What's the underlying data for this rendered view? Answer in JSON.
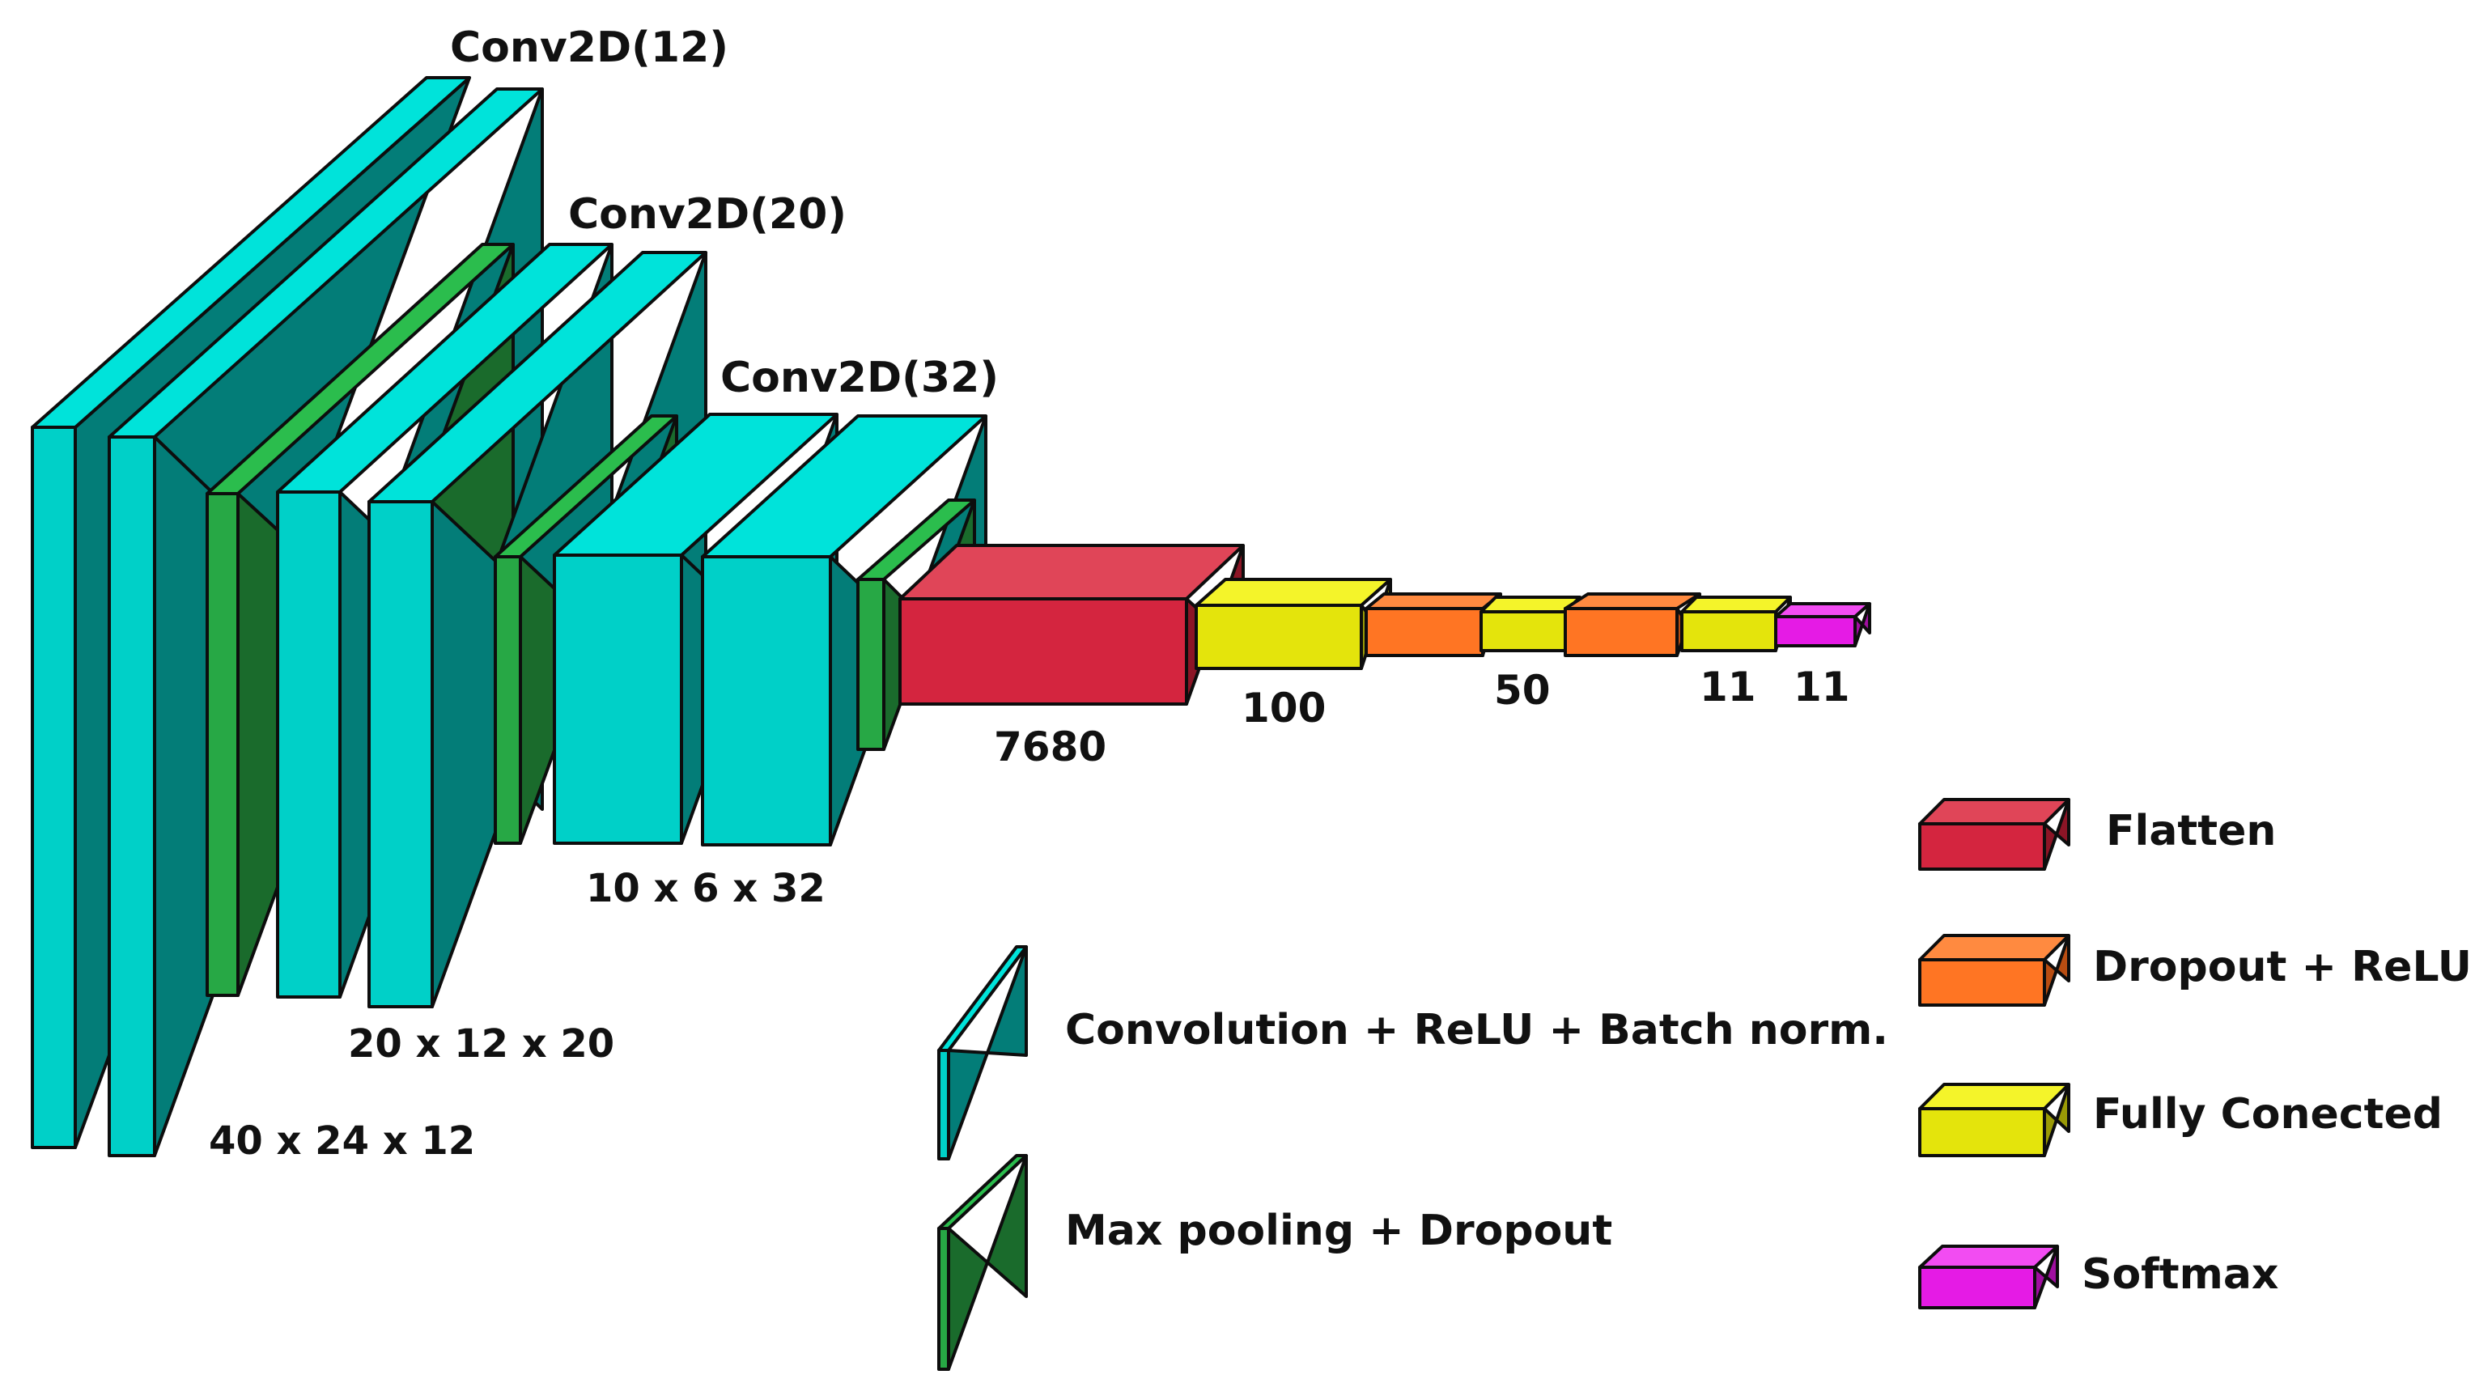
{
  "colors": {
    "conv": "#00d0c8",
    "conv_side": "#037d78",
    "conv_top": "#00e3da",
    "pool": "#27a845",
    "pool_side": "#1a6b2c",
    "pool_top": "#2bbd4d",
    "flatten": "#d4253f",
    "flatten_side": "#8c1526",
    "flatten_top": "#e04558",
    "dropout": "#ff7523",
    "dropout_side": "#b84d12",
    "dropout_top": "#ff8a40",
    "fc": "#e4e40c",
    "fc_side": "#9a9a06",
    "fc_top": "#f4f42a",
    "softmax": "#e51be5",
    "softmax_side": "#a00fa0",
    "softmax_top": "#f24cf2"
  },
  "stage_titles": {
    "conv1": "Conv2D(12)",
    "conv2": "Conv2D(20)",
    "conv3": "Conv2D(32)"
  },
  "dimension_labels": {
    "stage1": "40 x 24 x 12",
    "stage2": "20 x 12 x 20",
    "stage3": "10 x 6 x 32"
  },
  "unit_labels": {
    "flatten": "7680",
    "fc1": "100",
    "fc2": "50",
    "fc3": "11",
    "softmax": "11"
  },
  "legend": {
    "conv": "Convolution + ReLU + Batch norm.",
    "pool": "Max pooling + Dropout",
    "flatten": "Flatten",
    "dropout": "Dropout + ReLU",
    "fc": "Fully Conected",
    "softmax": "Softmax"
  }
}
